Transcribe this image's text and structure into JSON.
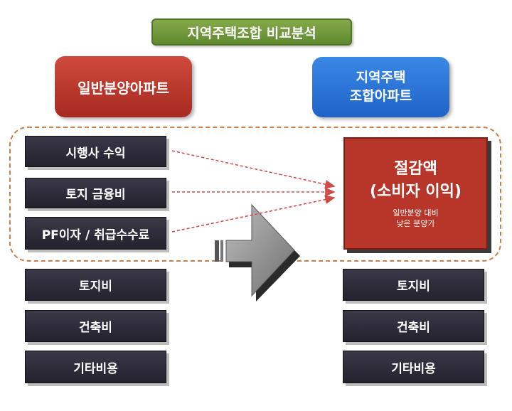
{
  "title": "지역주택조합 비교분석",
  "left_header": "일반분양아파트",
  "right_header": {
    "line1": "지역주택",
    "line2": "조합아파트"
  },
  "left_top_items": [
    "시행사 수익",
    "토지 금융비",
    "PF이자 / 취급수수료"
  ],
  "savings": {
    "line1": "절감액",
    "line2": "(소비자 이익)",
    "sub1": "일반분양 대비",
    "sub2": "낮은 분양가"
  },
  "common_items": [
    "토지비",
    "건축비",
    "기타비용"
  ],
  "colors": {
    "title_green": "#6b9437",
    "left_red": "#b8362b",
    "right_blue": "#2a73d8",
    "bar_dark": "#2e2c3a",
    "dashed_orange": "#c9814b",
    "arrow_dash_red": "#d04a4a"
  }
}
